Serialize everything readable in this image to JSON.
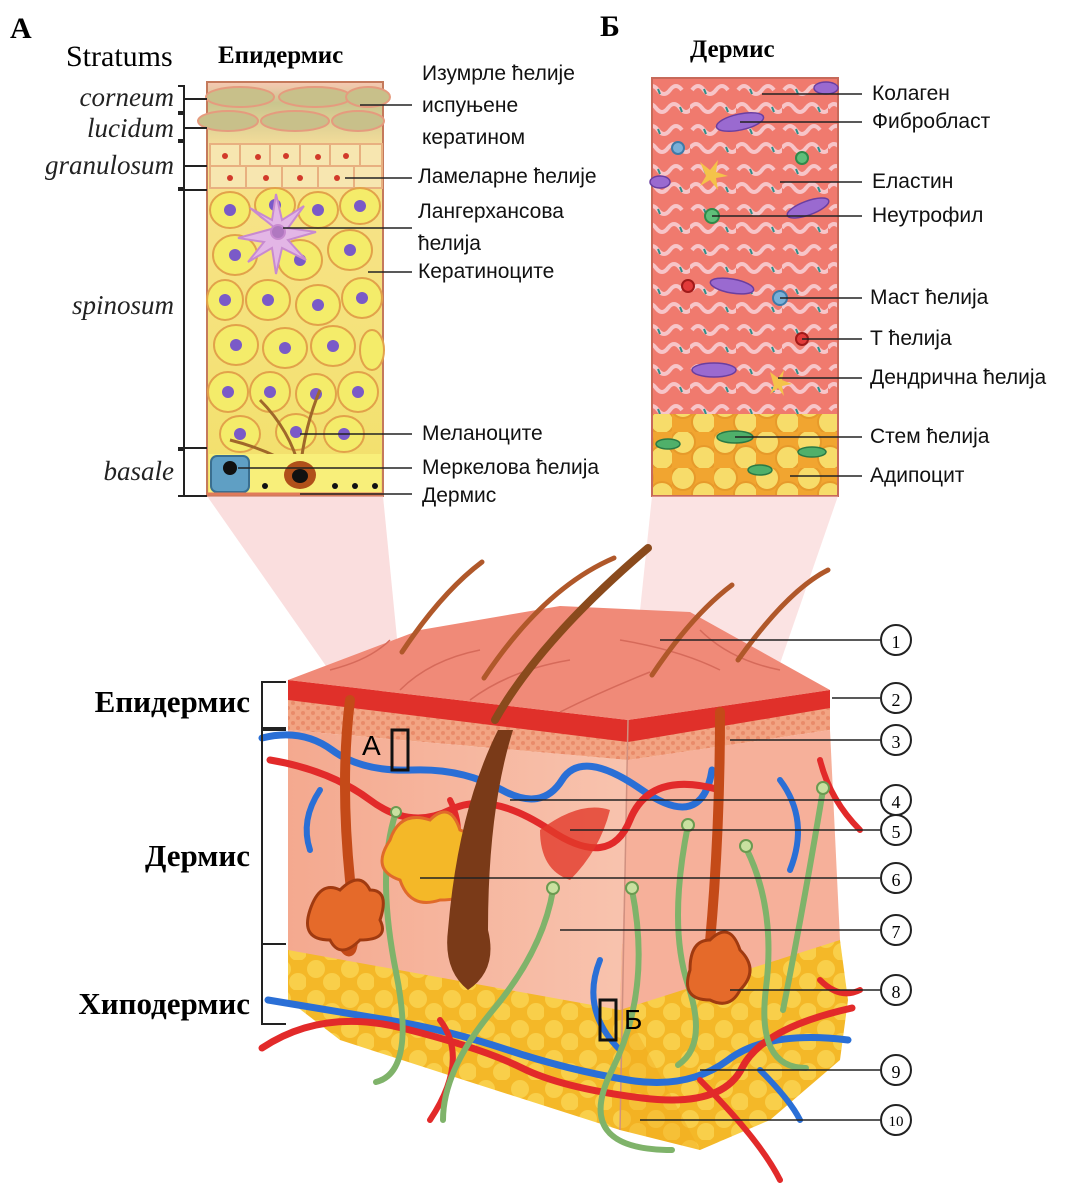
{
  "panel_a": {
    "letter": "A",
    "stratums_heading": "Stratums",
    "title": "Епидермис",
    "strata": [
      "corneum",
      "lucidum",
      "granulosum",
      "spinosum",
      "basale"
    ],
    "labels": [
      "Изумрле ћелије",
      "испуњене",
      "кератином",
      "Ламеларне ћелије",
      "Лангерхансова",
      "ћелија",
      "Кератиноците",
      "Меланоците",
      "Меркелова ћелија",
      "Дермис"
    ]
  },
  "panel_b": {
    "letter": "Б",
    "title": "Дермис",
    "labels": [
      "Колаген",
      "Фибробласт",
      "Еластин",
      "Неутрофил",
      "Маст ћелија",
      "Т ћелија",
      "Дендрична ћелија",
      "Стем ћелија",
      "Адипоцит"
    ]
  },
  "block": {
    "layers": [
      "Епидермис",
      "Дермис",
      "Хиподермис"
    ],
    "marker_a": "А",
    "marker_b": "Б",
    "numbers": [
      "1",
      "2",
      "3",
      "4",
      "5",
      "6",
      "7",
      "8",
      "9",
      "10"
    ]
  },
  "colors": {
    "epidermis_top": "#f08a78",
    "epidermis_band": "#e0302a",
    "dermis": "#f6b6a3",
    "hypodermis": "#f5c230",
    "vein": "#2a6fd6",
    "artery": "#e22a2a",
    "nerve": "#7fb36a",
    "hair": "#8a4a1c",
    "keratinocyte": "#f2e76a",
    "nucleus": "#7a5ac8"
  }
}
